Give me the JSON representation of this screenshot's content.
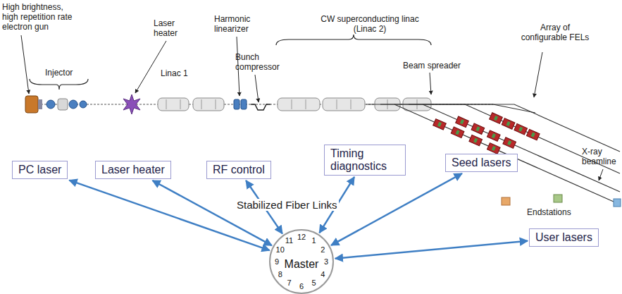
{
  "diagram": {
    "nodes": [
      {
        "text": [
          "PC laser"
        ]
      },
      {
        "text": [
          "Laser heater"
        ]
      },
      {
        "text": [
          "RF control"
        ]
      },
      {
        "text": [
          "Timing diagnostics"
        ]
      },
      {
        "text": [
          "Seed lasers"
        ]
      },
      {
        "text": [
          "User lasers"
        ]
      },
      {
        "text": [
          "Master",
          "12",
          "1",
          "2",
          "3",
          "4",
          "5",
          "6",
          "7",
          "8",
          "9",
          "10",
          "11"
        ]
      }
    ],
    "edges": [
      {
        "from": 0,
        "to": 6,
        "arrow": "both"
      },
      {
        "from": 1,
        "to": 6,
        "arrow": "both"
      },
      {
        "from": 2,
        "to": 6,
        "arrow": "both"
      },
      {
        "from": 3,
        "to": 6,
        "arrow": "both"
      },
      {
        "from": 4,
        "to": 6,
        "arrow": "both"
      },
      {
        "from": 5,
        "to": 6,
        "arrow": "both"
      }
    ],
    "labels": [
      "High brightness, high repetition rate electron gun",
      "Injector",
      "Laser heater",
      "Linac 1",
      "Harmonic linearizer",
      "Bunch compressor",
      "CW superconducting linac (Linac 2)",
      "Beam spreader",
      "Array of configurable FELs",
      "X-ray beamline",
      "Endstations",
      "Stabilized Fiber Links"
    ]
  }
}
